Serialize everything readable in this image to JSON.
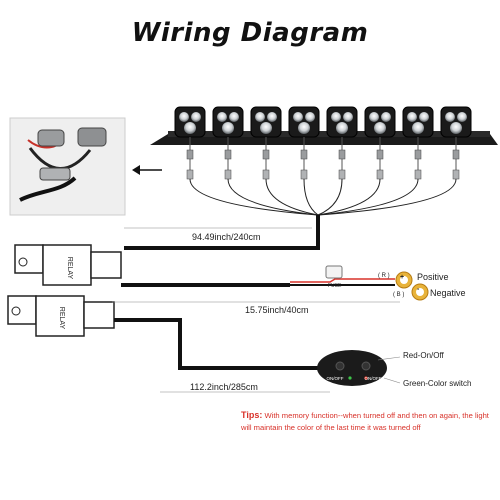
{
  "title": "Wiring Diagram",
  "labels": {
    "cable_main": "94.49inch/240cm",
    "cable_power": "15.75inch/40cm",
    "cable_switch": "112.2inch/285cm",
    "relay": "RELAY",
    "fuse": "FUSE",
    "terminal_r": "( R )",
    "terminal_b": "( B )",
    "positive": "Positive",
    "negative": "Negative",
    "plus_sign": "+",
    "minus_sign": "-",
    "red_switch": "Red-On/Off",
    "green_switch": "Green-Color switch",
    "onoff_left": "ON/OFF",
    "onoff_right": "ON/OFF"
  },
  "tips": {
    "heading": "Tips:",
    "text": "With memory function--when turned off and then on again, the light will maintain the color of the last time it was turned off"
  },
  "colors": {
    "wire": "#111111",
    "red_wire": "#d8322a",
    "tips": "#d8322a",
    "terminal": "#e8b33a"
  },
  "light_count": 8
}
